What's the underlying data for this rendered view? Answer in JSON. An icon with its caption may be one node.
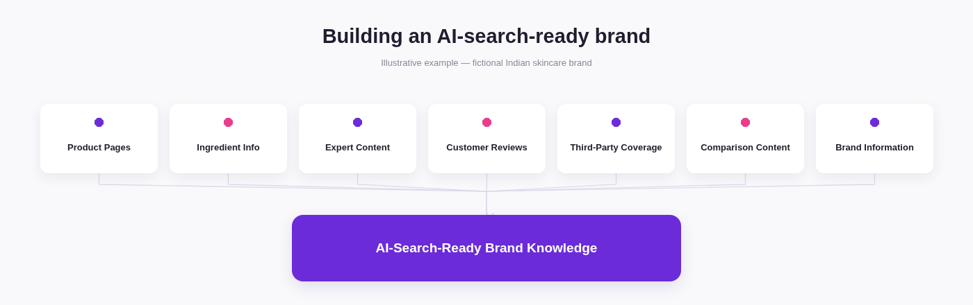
{
  "diagram": {
    "title": "Building an AI-search-ready brand",
    "nodes": [
      {
        "text": [
          "Product Pages"
        ]
      },
      {
        "text": [
          "Ingredient Info"
        ]
      },
      {
        "text": [
          "Expert Content"
        ]
      },
      {
        "text": [
          "Customer Reviews"
        ]
      },
      {
        "text": [
          "Third-Party Coverage"
        ]
      },
      {
        "text": [
          "Comparison Content"
        ]
      },
      {
        "text": [
          "Brand Information"
        ]
      },
      {
        "text": [
          "AI-Search-Ready Brand Knowledge"
        ]
      }
    ],
    "edges": [
      {
        "from": 0,
        "to": 7,
        "arrow": "to"
      },
      {
        "from": 1,
        "to": 7,
        "arrow": "to"
      },
      {
        "from": 2,
        "to": 7,
        "arrow": "to"
      },
      {
        "from": 3,
        "to": 7,
        "arrow": "to"
      },
      {
        "from": 4,
        "to": 7,
        "arrow": "to"
      },
      {
        "from": 5,
        "to": 7,
        "arrow": "to"
      },
      {
        "from": 6,
        "to": 7,
        "arrow": "to"
      }
    ],
    "labels": [
      "Illustrative example — fictional Indian skincare brand"
    ]
  }
}
